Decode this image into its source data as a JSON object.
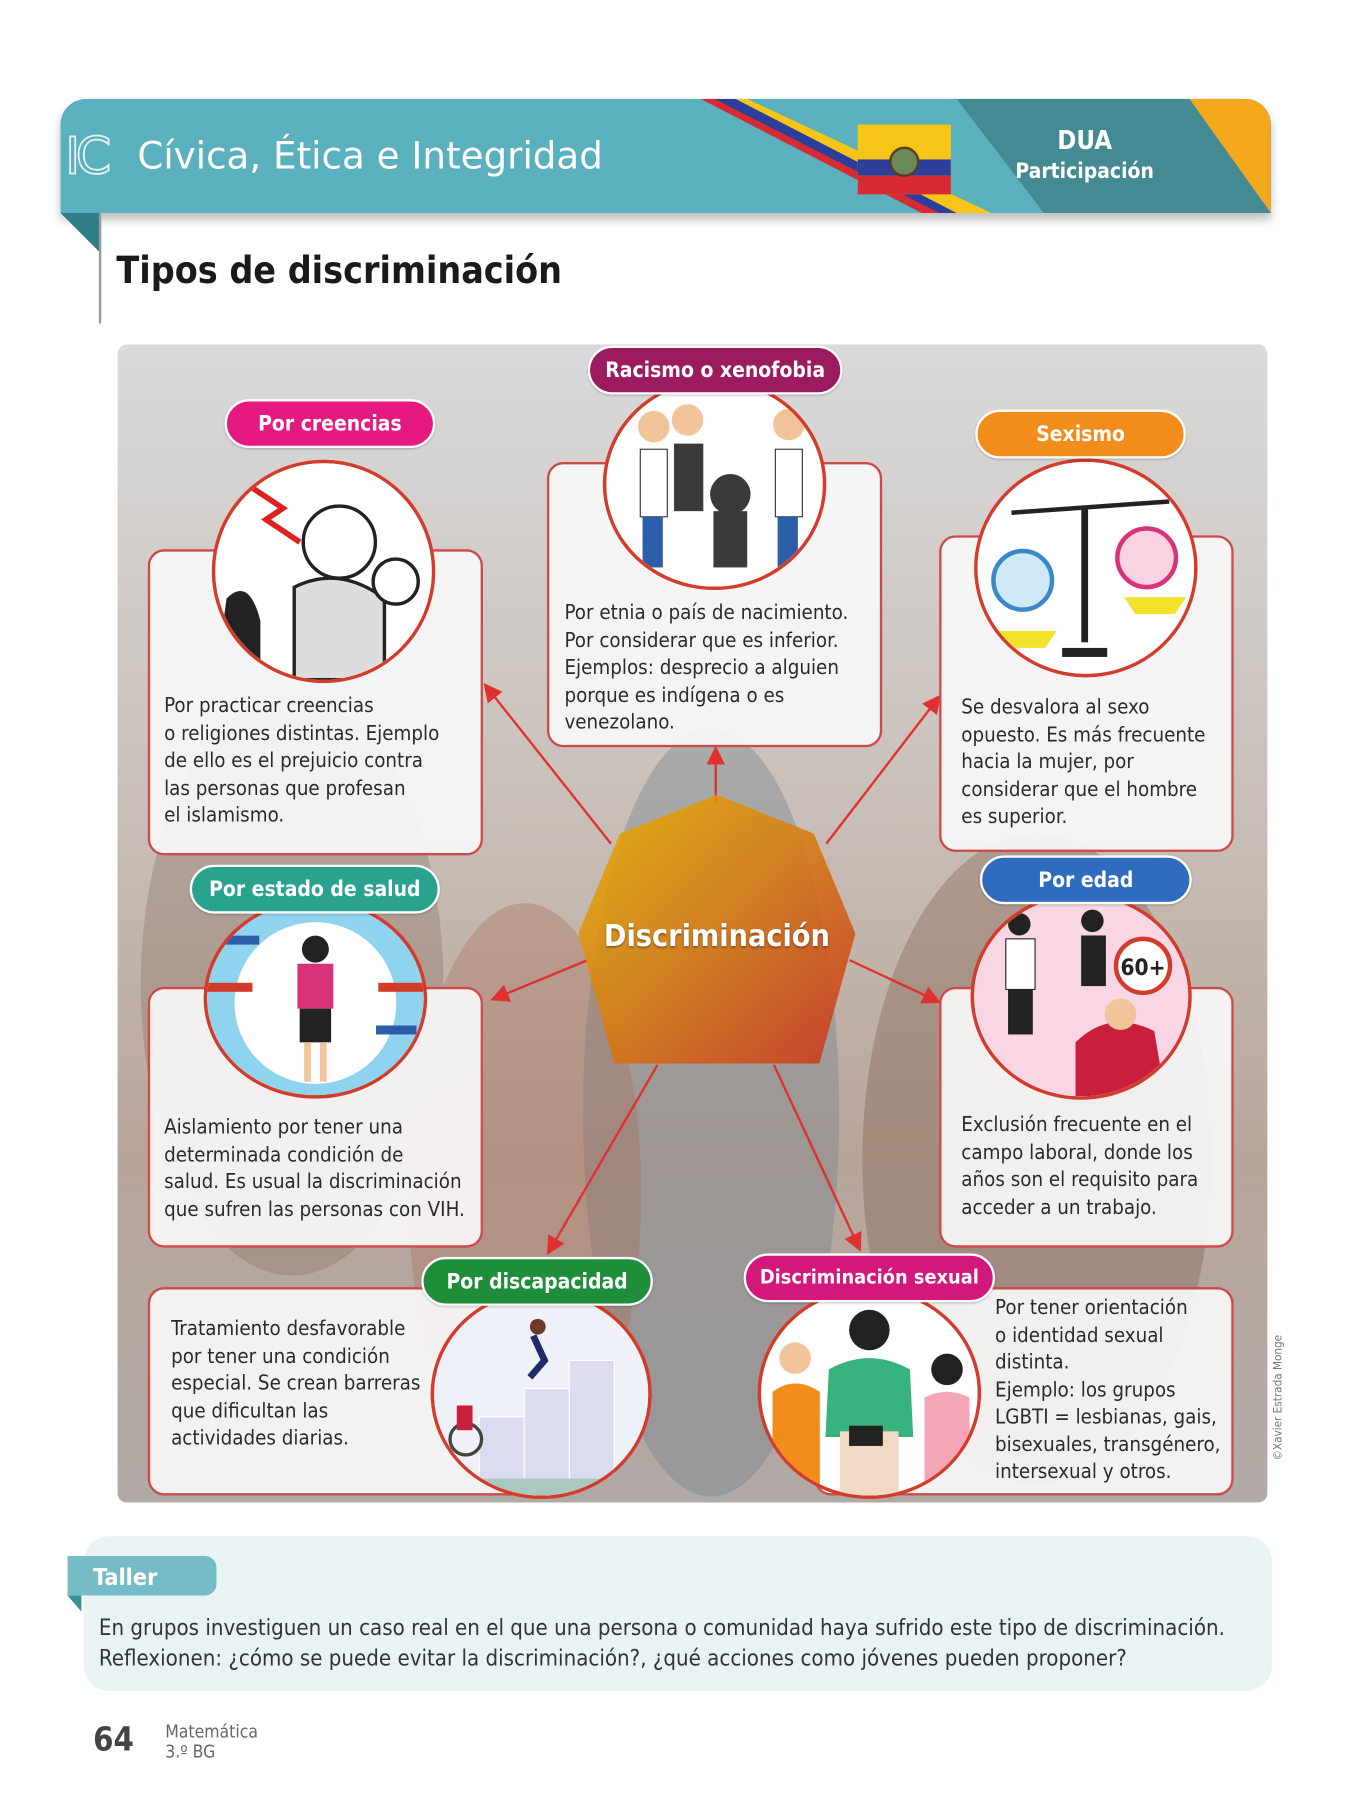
{
  "header": {
    "logo": "IC",
    "title": "Cívica, Ética e Integridad",
    "badge_title": "DUA",
    "badge_subtitle": "Participación"
  },
  "page_title": "Tipos de discriminación",
  "center_label": "Discriminación",
  "categories": [
    {
      "label": "Racismo o xenofobia",
      "color": "#9c1b5e",
      "text": [
        "Por etnia o país de nacimiento.",
        "Por considerar que es inferior.",
        "Ejemplos: desprecio a alguien",
        "porque es indígena o es",
        "venezolano."
      ]
    },
    {
      "label": "Por creencias",
      "color": "#e5197f",
      "text": [
        "Por practicar creencias",
        "o religiones distintas. Ejemplo",
        "de ello es el prejuicio contra",
        "las personas que profesan",
        "el islamismo."
      ]
    },
    {
      "label": "Sexismo",
      "color": "#f28c1a",
      "text": [
        "Se desvalora al sexo",
        "opuesto. Es más frecuente",
        "hacia la mujer, por",
        "considerar que el hombre",
        "es superior."
      ]
    },
    {
      "label": "Por estado de salud",
      "color": "#2aa38e",
      "text": [
        "Aislamiento por tener una",
        "determinada condición de",
        "salud. Es usual la discriminación",
        "que sufren las personas con VIH."
      ]
    },
    {
      "label": "Por edad",
      "color": "#2f6cc0",
      "text": [
        "Exclusión frecuente en el",
        "campo laboral, donde los",
        "años son el requisito para",
        "acceder a un trabajo."
      ],
      "badge": "60+"
    },
    {
      "label": "Por discapacidad",
      "color": "#1f8e3a",
      "text": [
        "Tratamiento desfavorable",
        "por tener una condición",
        "especial. Se crean barreras",
        "que dificultan las",
        "actividades diarias."
      ]
    },
    {
      "label": "Discriminación sexual",
      "color": "#d3187c",
      "text": [
        "Por tener orientación",
        "o identidad sexual",
        "distinta.",
        "Ejemplo: los grupos",
        "LGBTI = lesbianas, gais,",
        "bisexuales, transgénero,",
        "intersexual y otros."
      ]
    }
  ],
  "credit": "©Xavier Estrada Monge",
  "taller": {
    "label": "Taller",
    "lines": [
      "En grupos investiguen un caso real en el que una persona o comunidad haya sufrido este tipo de discriminación.",
      "Reflexionen: ¿cómo se puede evitar la discriminación?, ¿qué acciones como jóvenes pueden proponer?"
    ]
  },
  "footer": {
    "page_number": "64",
    "subject": "Matemática",
    "grade": "3.º BG"
  }
}
